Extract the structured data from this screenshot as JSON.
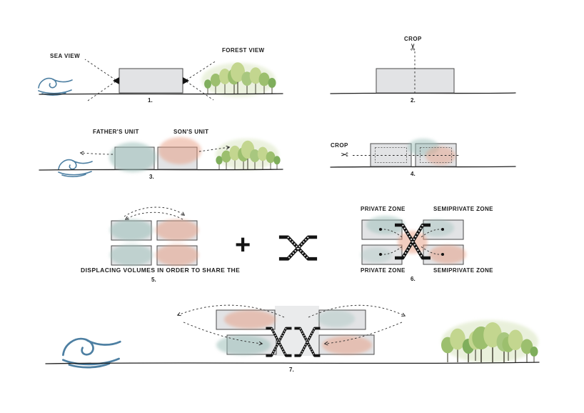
{
  "diagram": {
    "type": "architectural concept process diagram",
    "background": "#ffffff"
  },
  "colors": {
    "ink": "#1c1c1c",
    "volume_fill": "#e2e3e5",
    "volume_stroke": "#4a4a4a",
    "teal_wash": "#9dc0ba",
    "orange_wash": "#e79d82",
    "tree_green": "#9cbf6e",
    "wave_blue": "#4d7fa2"
  },
  "icons": {
    "scissors_glyph": "✂",
    "wave": "wave-icon",
    "tree": "tree-icon",
    "scissor_stair": "scissor-stair-icon"
  },
  "step1": {
    "number": "1.",
    "sea_view_label": "SEA VIEW",
    "forest_view_label": "FOREST VIEW"
  },
  "step2": {
    "number": "2.",
    "crop_label": "CROP"
  },
  "step3": {
    "number": "3.",
    "fathers_unit_label": "FATHER'S UNIT",
    "sons_unit_label": "SON'S UNIT"
  },
  "step4": {
    "number": "4.",
    "crop_label": "CROP"
  },
  "step5": {
    "number": "5.",
    "caption": "DISPLACING VOLUMES IN ORDER TO SHARE THE",
    "plus_sign": "+"
  },
  "step6": {
    "number": "6.",
    "private_zone_top_label": "PRIVATE ZONE",
    "semiprivate_zone_top_label": "SEMIPRIVATE ZONE",
    "private_zone_bottom_label": "PRIVATE ZONE",
    "semiprivate_zone_bottom_label": "SEMIPRIVATE ZONE"
  },
  "step7": {
    "number": "7."
  }
}
